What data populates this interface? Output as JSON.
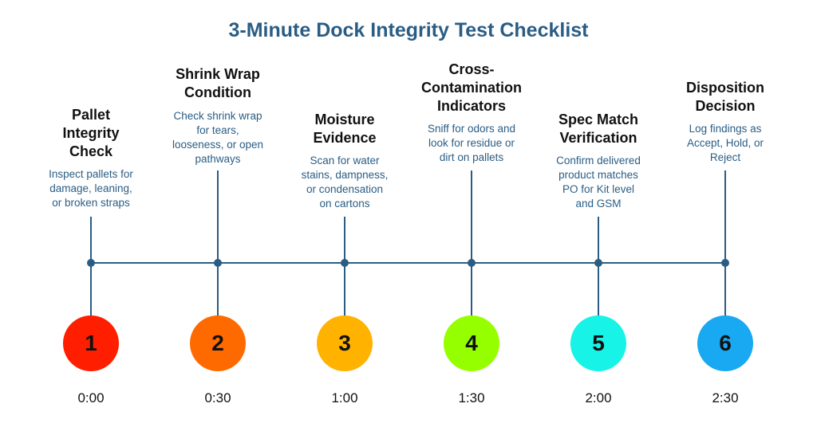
{
  "title": "3-Minute Dock Integrity Test Checklist",
  "colors": {
    "accent": "#2a5d84",
    "step1": "#ff1e00",
    "step2": "#ff6a00",
    "step3": "#ffb300",
    "step4": "#95ff00",
    "step5": "#17f3e6",
    "step6": "#19a8f2"
  },
  "steps": [
    {
      "number": "1",
      "time": "0:00",
      "title_lines": [
        "Pallet",
        "Integrity",
        "Check"
      ],
      "desc_lines": [
        "Inspect pallets for",
        "damage, leaning,",
        "or broken straps"
      ]
    },
    {
      "number": "2",
      "time": "0:30",
      "title_lines": [
        "Shrink Wrap",
        "Condition"
      ],
      "desc_lines": [
        "Check shrink wrap",
        "for tears,",
        "looseness, or open",
        "pathways"
      ]
    },
    {
      "number": "3",
      "time": "1:00",
      "title_lines": [
        "Moisture",
        "Evidence"
      ],
      "desc_lines": [
        "Scan for water",
        "stains, dampness,",
        "or condensation",
        "on cartons"
      ]
    },
    {
      "number": "4",
      "time": "1:30",
      "title_lines": [
        "Cross-",
        "Contamination",
        "Indicators"
      ],
      "desc_lines": [
        "Sniff for odors and",
        "look for residue or",
        "dirt on pallets"
      ]
    },
    {
      "number": "5",
      "time": "2:00",
      "title_lines": [
        "Spec Match",
        "Verification"
      ],
      "desc_lines": [
        "Confirm delivered",
        "product matches",
        "PO for Kit level",
        "and GSM"
      ]
    },
    {
      "number": "6",
      "time": "2:30",
      "title_lines": [
        "Disposition",
        "Decision"
      ],
      "desc_lines": [
        "Log findings as",
        "Accept, Hold, or",
        "Reject"
      ]
    }
  ]
}
